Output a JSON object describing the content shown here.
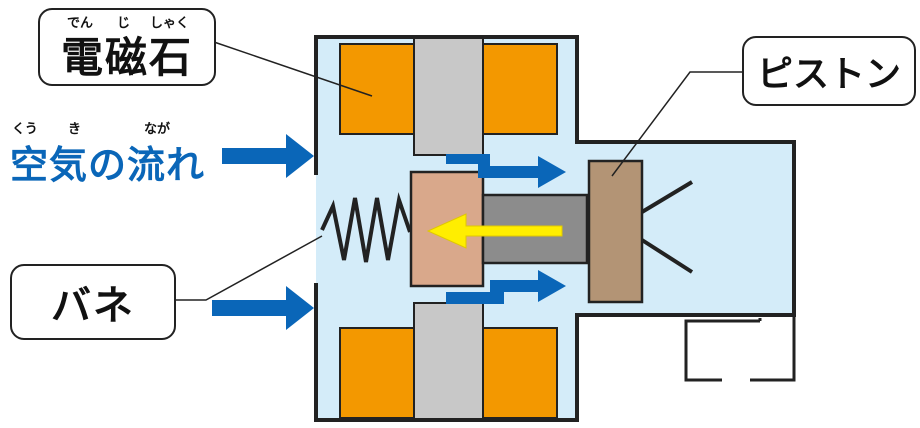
{
  "labels": {
    "electromagnet": {
      "text": "電磁石",
      "reading": [
        "でん",
        "じ",
        "しゃく"
      ]
    },
    "airflow": {
      "text": "空気の流れ",
      "reading": [
        "くう",
        "き",
        "なが"
      ]
    },
    "spring": {
      "text": "バネ"
    },
    "piston": {
      "text": "ピストン"
    }
  },
  "colors": {
    "chamber": "#d4ecf9",
    "coil": "#f39800",
    "core": "#c8c8c8",
    "plunger": "#d9a88b",
    "rod": "#8c8c8c",
    "piston": "#b39475",
    "airflow_arrow": "#0a66b8",
    "motion_arrow": "#ffee00",
    "outline": "#222222"
  }
}
